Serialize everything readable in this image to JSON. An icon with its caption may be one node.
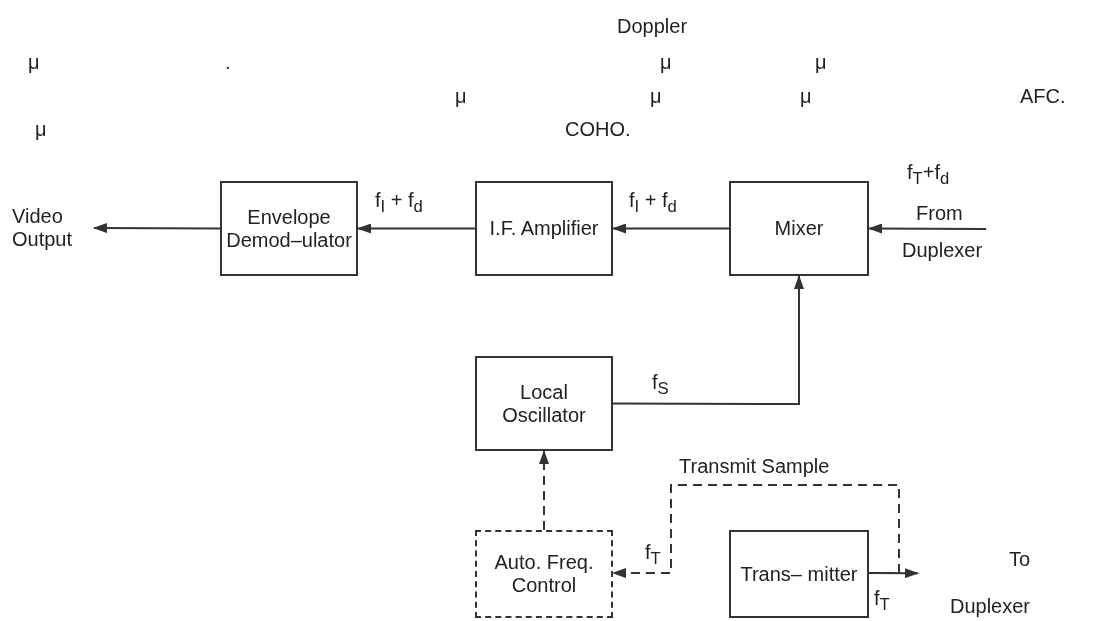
{
  "diagram": {
    "nodes": [
      {
        "text": [
          "Envelope Demod–ulator"
        ]
      },
      {
        "text": [
          "I.F. Amplifier"
        ]
      },
      {
        "text": [
          "Mixer"
        ]
      },
      {
        "text": [
          "Local Oscillator"
        ]
      },
      {
        "text": [
          "Auto. Freq. Control"
        ]
      },
      {
        "text": [
          "Trans– mitter"
        ]
      },
      {
        "text": [
          "Video Output"
        ]
      },
      {
        "text": [
          "To",
          "Duplexer"
        ]
      }
    ],
    "edges": [
      {
        "from": 0,
        "to": 6,
        "arrow": "to"
      },
      {
        "from": 1,
        "to": 0,
        "arrow": "to",
        "label": "f$_{I}$ + f$_{d}$"
      },
      {
        "from": 2,
        "to": 1,
        "arrow": "to",
        "label": "f$_{I}$ + f$_{d}$"
      },
      {
        "from": 3,
        "to": 2,
        "arrow": "to",
        "label": "f$_{S}$"
      },
      {
        "from": 4,
        "to": 3,
        "arrow": "to",
        "style": "dashed"
      },
      {
        "from": null,
        "to": 2,
        "arrow": "to",
        "label": "f$_{T}$+f$_{d}$"
      },
      {
        "from": 5,
        "to": 7,
        "arrow": "to",
        "label": "f$_{T}$"
      },
      {
        "from": 5,
        "to": 4,
        "arrow": "to",
        "style": "dashed",
        "label": "Transmit Sample"
      }
    ],
    "labels": [
      "Doppler",
      "μ",
      ".",
      "μ",
      "μ",
      "μ",
      "μ",
      "μ",
      "AFC.",
      "μ",
      "COHO.",
      "From",
      "Duplexer",
      "f$_{T}$"
    ]
  }
}
